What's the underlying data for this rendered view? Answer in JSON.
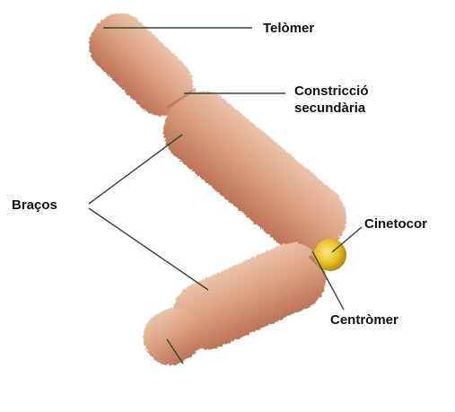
{
  "labels": {
    "telomer": "Telòmer",
    "secondary_constriction_line1": "Constricció",
    "secondary_constriction_line2": "secundària",
    "arms": "Braços",
    "kinetochore": "Cinetocor",
    "centromere": "Centròmer"
  },
  "colors": {
    "chromatid_light": "#f0c6ab",
    "chromatid_mid": "#dc9b7b",
    "chromatid_dark": "#b8684b",
    "kinetochore": "#e8c21e",
    "leader_line": "#2f4a34",
    "text": "#111111"
  }
}
